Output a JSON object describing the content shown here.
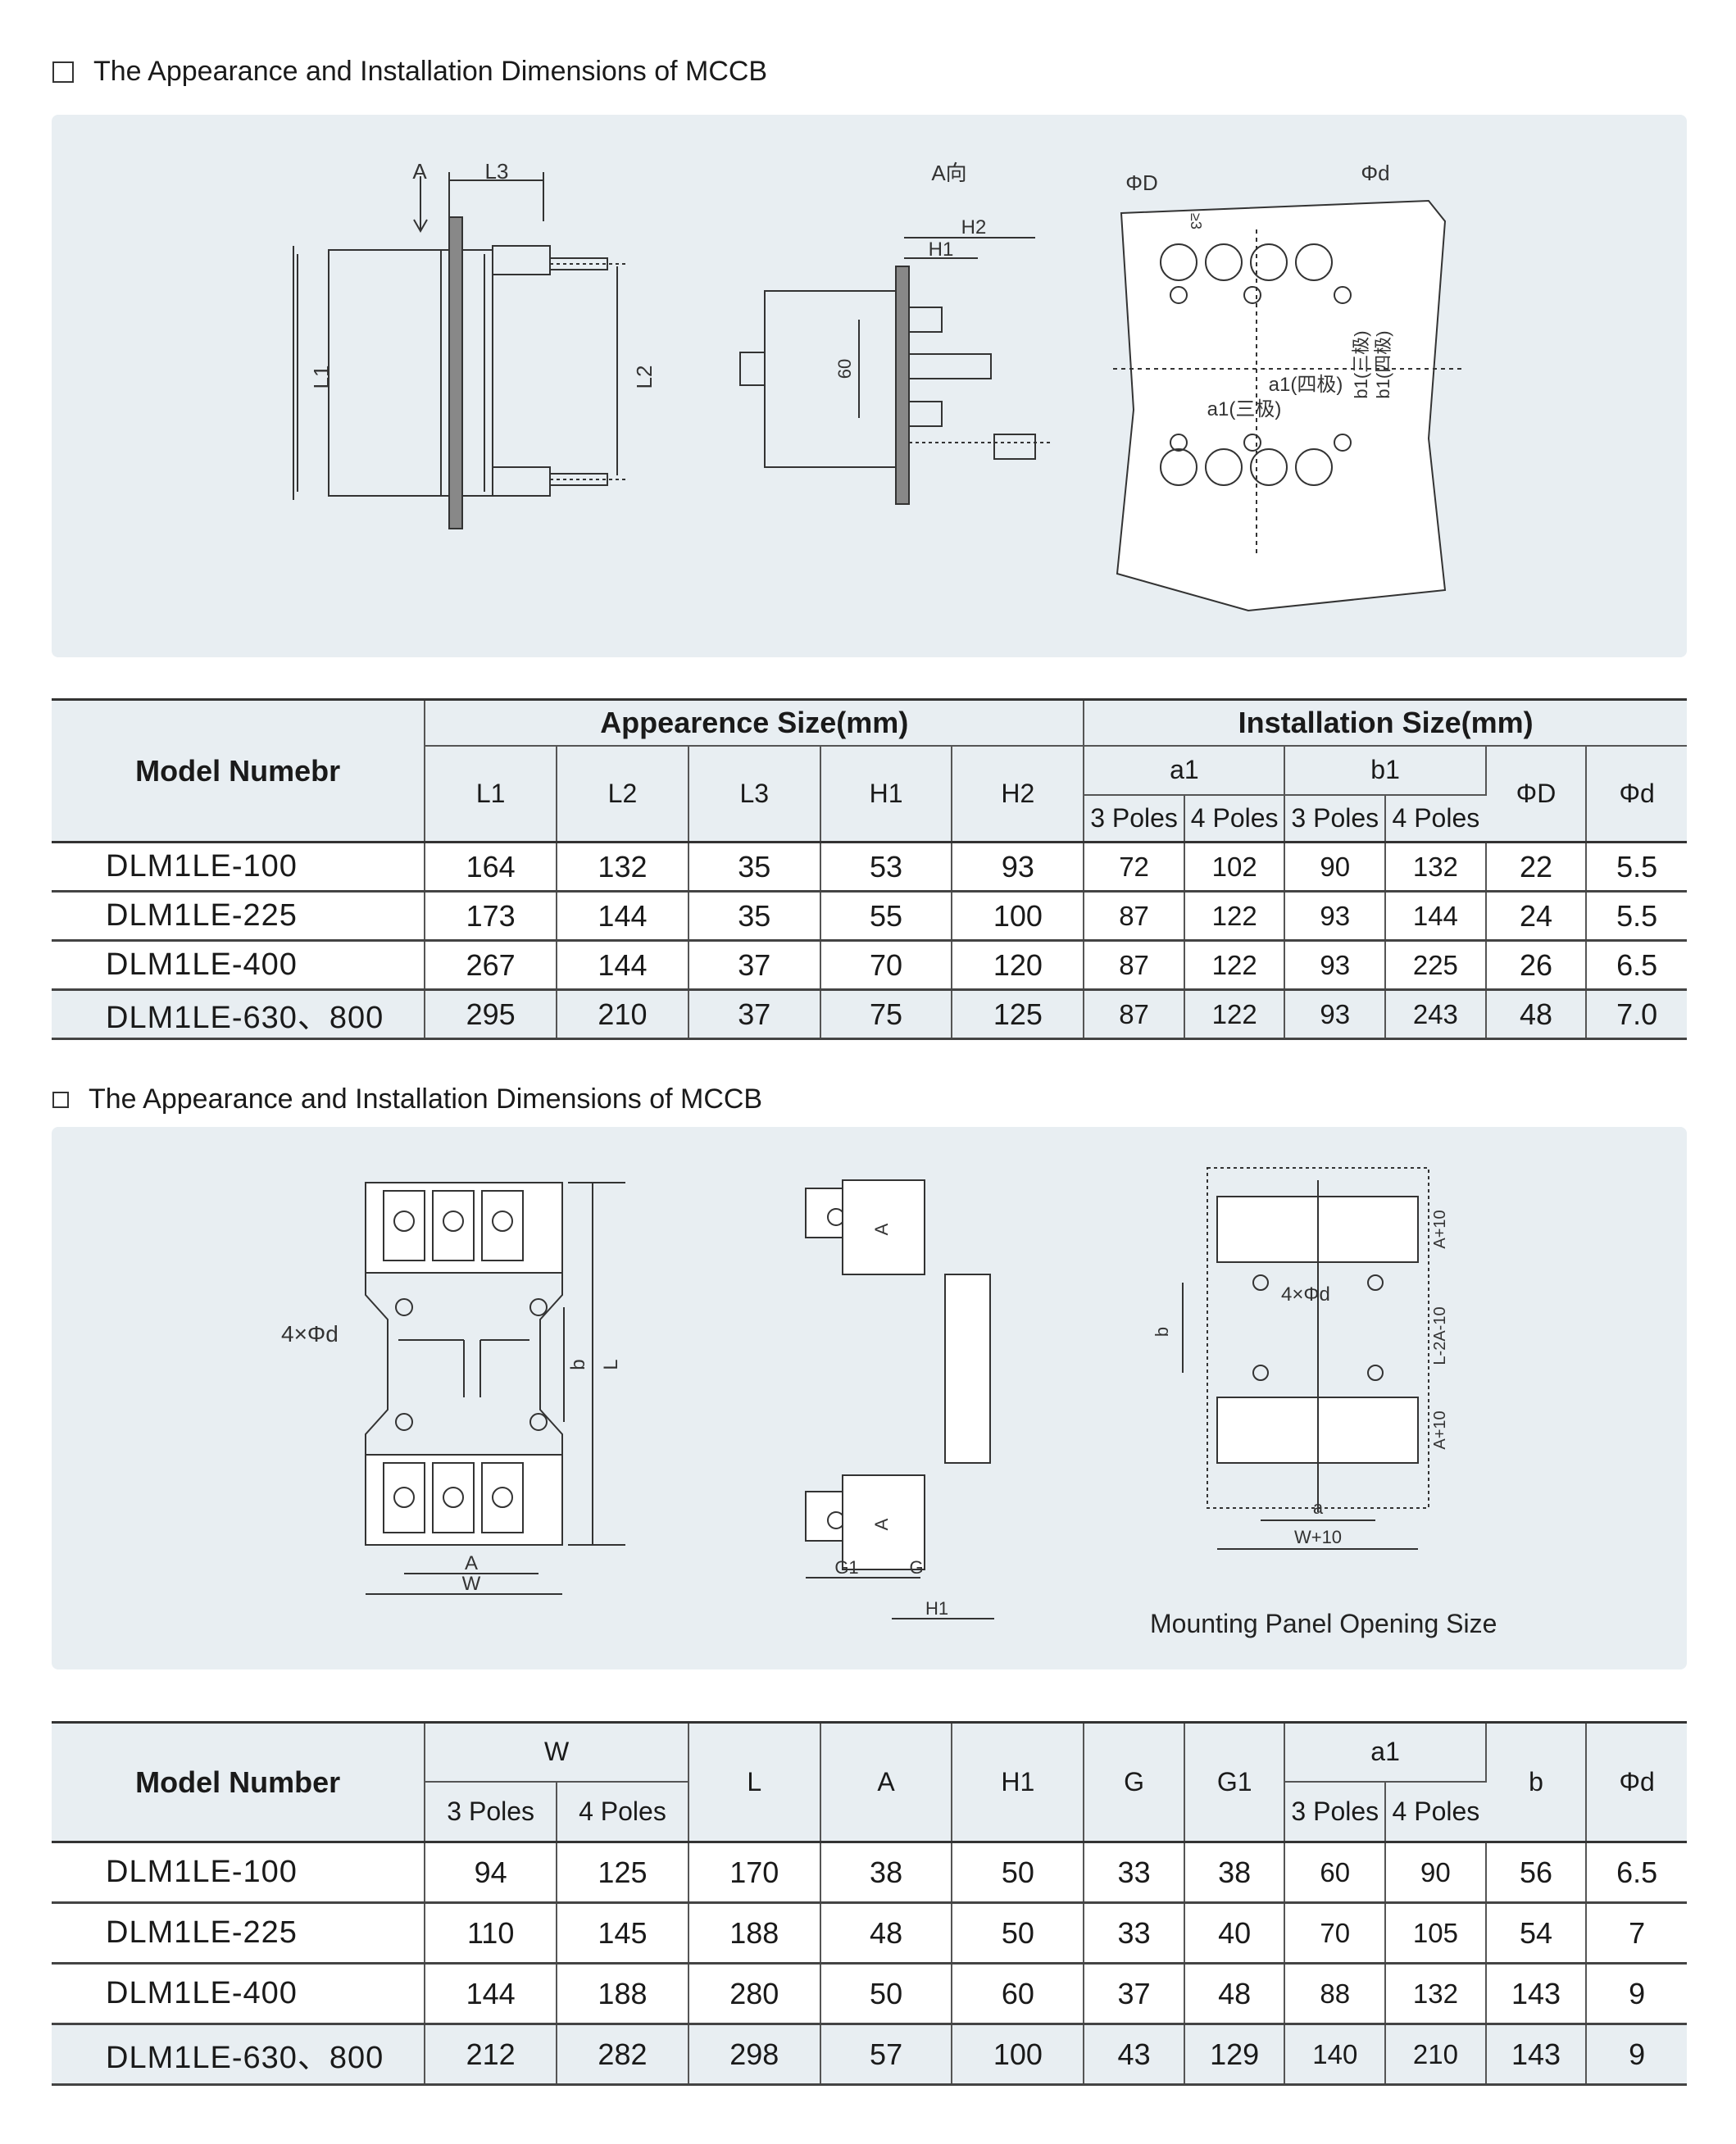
{
  "section1": {
    "title": "The Appearance and Installation Dimensions of MCCB",
    "drawing_labels": {
      "A": "A",
      "L3": "L3",
      "L1": "L1",
      "L2": "L2",
      "A_view": "A向",
      "H1": "H1",
      "H2": "H2",
      "h60": "60",
      "PhiD": "ΦD",
      "Phid": "Φd",
      "ge3": "≥3",
      "a1_4": "a1(四极)",
      "a1_3": "a1(三极)",
      "b1_3": "b1(三极)",
      "b1_4": "b1(四极)"
    },
    "table": {
      "model_header": "Model Numebr",
      "appearance_header": "Appearence Size(mm)",
      "installation_header": "Installation Size(mm)",
      "cols": [
        "L1",
        "L2",
        "L3",
        "H1",
        "H2"
      ],
      "a1": "a1",
      "b1": "b1",
      "PhiD": "ΦD",
      "Phid": "Φd",
      "poles3": "3 Poles",
      "poles4": "4 Poles",
      "rows": [
        {
          "model": "DLM1LE-100",
          "L1": "164",
          "L2": "132",
          "L3": "35",
          "H1": "53",
          "H2": "93",
          "a1_3": "72",
          "a1_4": "102",
          "b1_3": "90",
          "b1_4": "132",
          "PhiD": "22",
          "Phid": "5.5"
        },
        {
          "model": "DLM1LE-225",
          "L1": "173",
          "L2": "144",
          "L3": "35",
          "H1": "55",
          "H2": "100",
          "a1_3": "87",
          "a1_4": "122",
          "b1_3": "93",
          "b1_4": "144",
          "PhiD": "24",
          "Phid": "5.5"
        },
        {
          "model": "DLM1LE-400",
          "L1": "267",
          "L2": "144",
          "L3": "37",
          "H1": "70",
          "H2": "120",
          "a1_3": "87",
          "a1_4": "122",
          "b1_3": "93",
          "b1_4": "225",
          "PhiD": "26",
          "Phid": "6.5"
        },
        {
          "model": "DLM1LE-630、800",
          "L1": "295",
          "L2": "210",
          "L3": "37",
          "H1": "75",
          "H2": "125",
          "a1_3": "87",
          "a1_4": "122",
          "b1_3": "93",
          "b1_4": "243",
          "PhiD": "48",
          "Phid": "7.0"
        }
      ]
    }
  },
  "section2": {
    "title": "The Appearance and Installation Dimensions of MCCB",
    "drawing_labels": {
      "four_phid": "4×Φd",
      "b": "b",
      "L": "L",
      "A": "A",
      "W": "W",
      "G1": "G1",
      "G": "G",
      "H1": "H1",
      "four_phid2": "4×Φd",
      "a": "a",
      "W10": "W+10",
      "A10a": "A+10",
      "L2A10": "L-2A-10",
      "A10b": "A+10"
    },
    "caption": "Mounting Panel Opening Size",
    "table": {
      "model_header": "Model Number",
      "cols": {
        "W": "W",
        "L": "L",
        "A": "A",
        "H1": "H1",
        "G": "G",
        "G1": "G1",
        "a1": "a1",
        "b": "b",
        "Phid": "Φd"
      },
      "poles3": "3 Poles",
      "poles4": "4 Poles",
      "rows": [
        {
          "model": "DLM1LE-100",
          "W3": "94",
          "W4": "125",
          "L": "170",
          "A": "38",
          "H1": "50",
          "G": "33",
          "G1": "38",
          "a1_3": "60",
          "a1_4": "90",
          "b": "56",
          "Phid": "6.5"
        },
        {
          "model": "DLM1LE-225",
          "W3": "110",
          "W4": "145",
          "L": "188",
          "A": "48",
          "H1": "50",
          "G": "33",
          "G1": "40",
          "a1_3": "70",
          "a1_4": "105",
          "b": "54",
          "Phid": "7"
        },
        {
          "model": "DLM1LE-400",
          "W3": "144",
          "W4": "188",
          "L": "280",
          "A": "50",
          "H1": "60",
          "G": "37",
          "G1": "48",
          "a1_3": "88",
          "a1_4": "132",
          "b": "143",
          "Phid": "9"
        },
        {
          "model": "DLM1LE-630、800",
          "W3": "212",
          "W4": "282",
          "L": "298",
          "A": "57",
          "H1": "100",
          "G": "43",
          "G1": "129",
          "a1_3": "140",
          "a1_4": "210",
          "b": "143",
          "Phid": "9"
        }
      ]
    }
  }
}
